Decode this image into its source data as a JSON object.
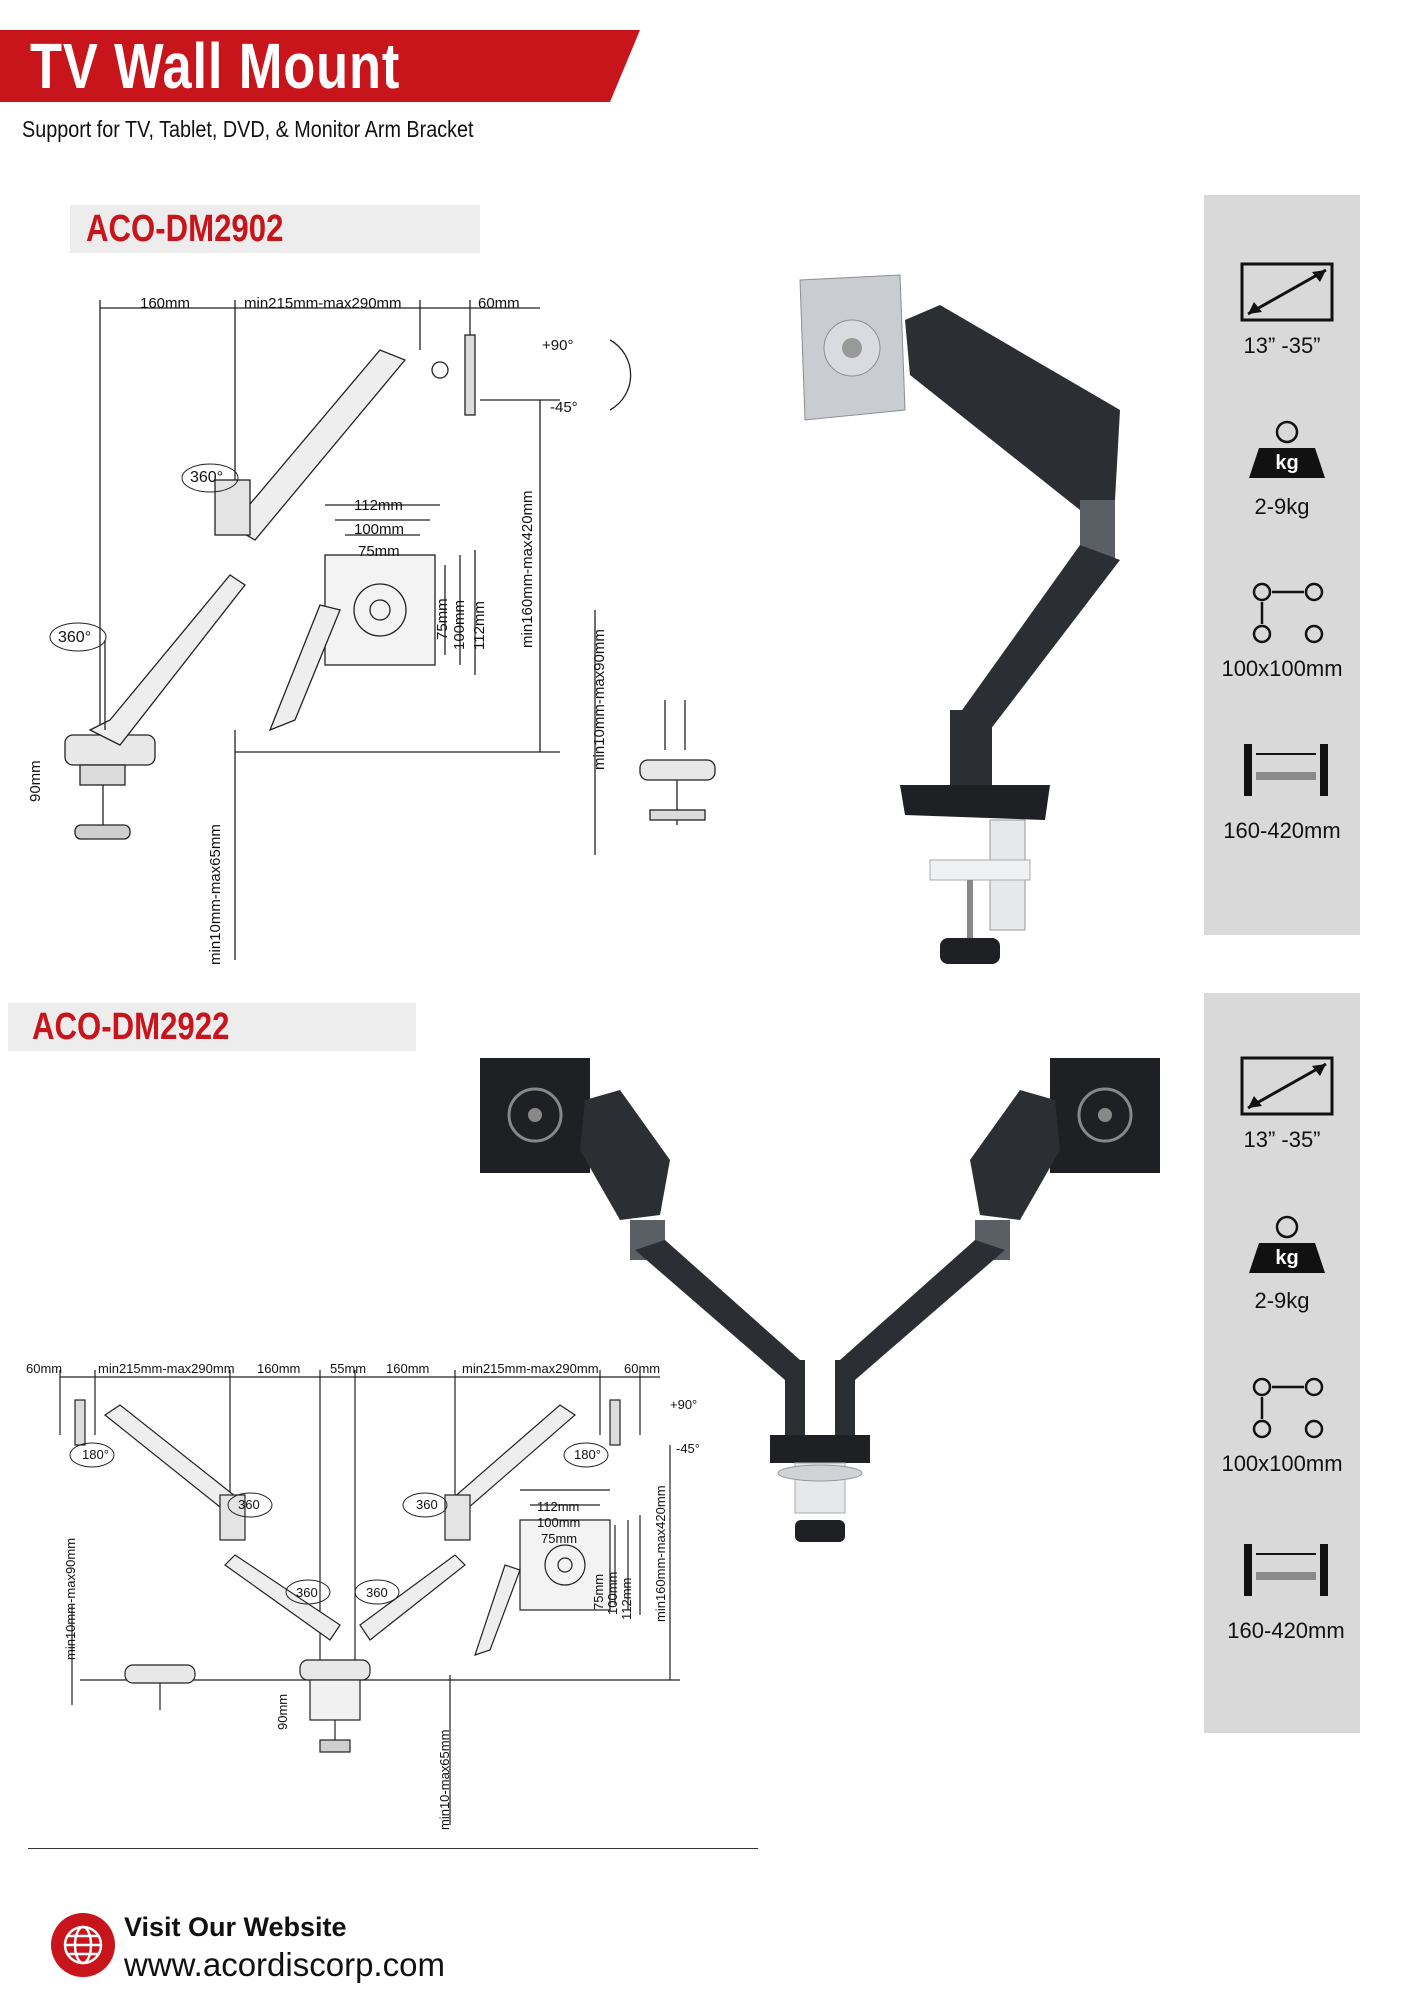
{
  "header": {
    "title": "TV Wall Mount",
    "subtitle": "Support for TV, Tablet, DVD, & Monitor Arm Bracket",
    "accent_color": "#c8141b"
  },
  "products": [
    {
      "model": "ACO-DM2902",
      "specs": [
        {
          "icon": "screen-size-icon",
          "label": "13” -35”"
        },
        {
          "icon": "weight-icon",
          "label": "2-9kg",
          "icon_text": "kg"
        },
        {
          "icon": "vesa-icon",
          "label": "100x100mm"
        },
        {
          "icon": "desk-thickness-icon",
          "label": "160-420mm"
        }
      ],
      "dimensions": {
        "top": [
          "160mm",
          "min215mm-max290mm",
          "60mm"
        ],
        "tilt_up": "+90°",
        "tilt_down": "-45°",
        "rotations": [
          "360°",
          "360°"
        ],
        "vesa": [
          "112mm",
          "100mm",
          "75mm"
        ],
        "vesa_vertical": [
          "75mm",
          "100mm",
          "112mm"
        ],
        "height": "min160mm-max420mm",
        "clamp_opening": "min10mm-max90mm",
        "base": "90mm",
        "grommet": "min10mm-max65mm"
      }
    },
    {
      "model": "ACO-DM2922",
      "specs": [
        {
          "icon": "screen-size-icon",
          "label": "13” -35”"
        },
        {
          "icon": "weight-icon",
          "label": "2-9kg",
          "icon_text": "kg"
        },
        {
          "icon": "vesa-icon",
          "label": "100x100mm"
        },
        {
          "icon": "desk-thickness-icon",
          "label": "160-420mm"
        }
      ],
      "dimensions": {
        "top": [
          "60mm",
          "min215mm-max290mm",
          "160mm",
          "55mm",
          "160mm",
          "min215mm-max290mm",
          "60mm"
        ],
        "tilt_up": "+90°",
        "tilt_down": "-45°",
        "rotations": [
          "180°",
          "180°",
          "360",
          "360",
          "360",
          "360"
        ],
        "vesa": [
          "112mm",
          "100mm",
          "75mm"
        ],
        "vesa_vertical": [
          "75mm",
          "100mm",
          "112mm"
        ],
        "height": "min160mm-max420mm",
        "clamp_opening": "min10mm-max90mm",
        "base": "90mm",
        "grommet": "min10-max65mm"
      }
    }
  ],
  "footer": {
    "heading": "Visit Our Website",
    "url": "www.acordiscorp.com",
    "icon": "globe-icon"
  }
}
